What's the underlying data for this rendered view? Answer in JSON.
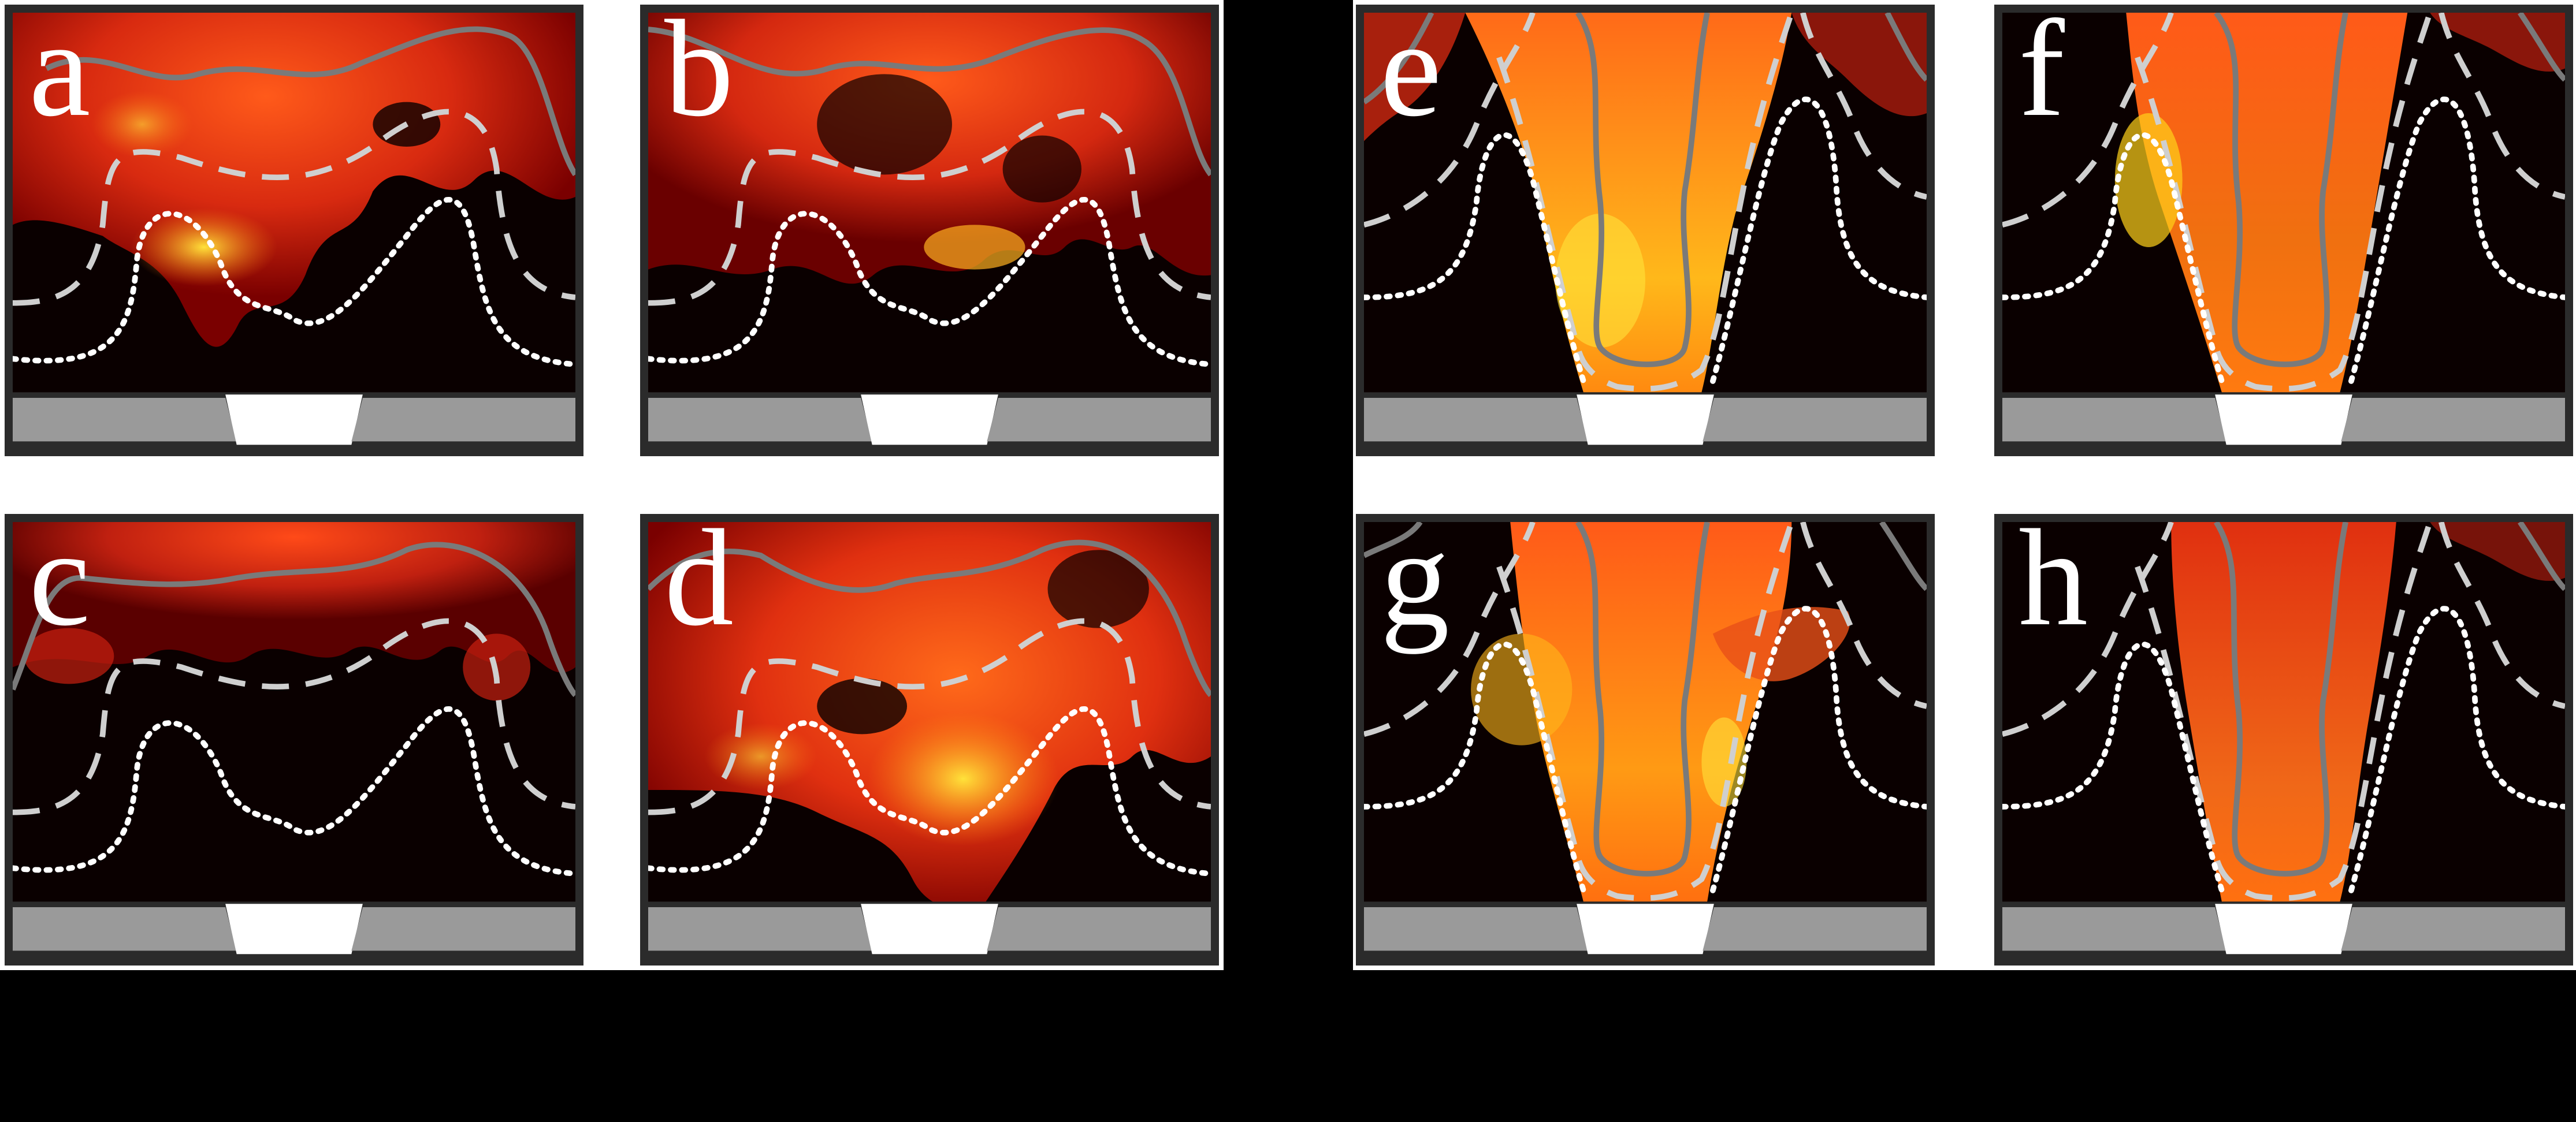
{
  "figure": {
    "panels": [
      {
        "id": "a",
        "label": "a"
      },
      {
        "id": "b",
        "label": "b"
      },
      {
        "id": "c",
        "label": "c"
      },
      {
        "id": "d",
        "label": "d"
      },
      {
        "id": "e",
        "label": "e"
      },
      {
        "id": "f",
        "label": "f"
      },
      {
        "id": "g",
        "label": "g"
      },
      {
        "id": "h",
        "label": "h"
      }
    ],
    "colors": {
      "background": "#000000",
      "frame": "#2b2b2b",
      "flame_dark": "#8b0000",
      "flame_mid": "#e03010",
      "flame_hot": "#ffd21a",
      "solid_contour": "#7a7a7a",
      "dashed_contour": "#cfcfcf",
      "dotted_contour": "#ffffff",
      "base_block": "#9a9a9a",
      "nozzle": "#ffffff"
    }
  }
}
